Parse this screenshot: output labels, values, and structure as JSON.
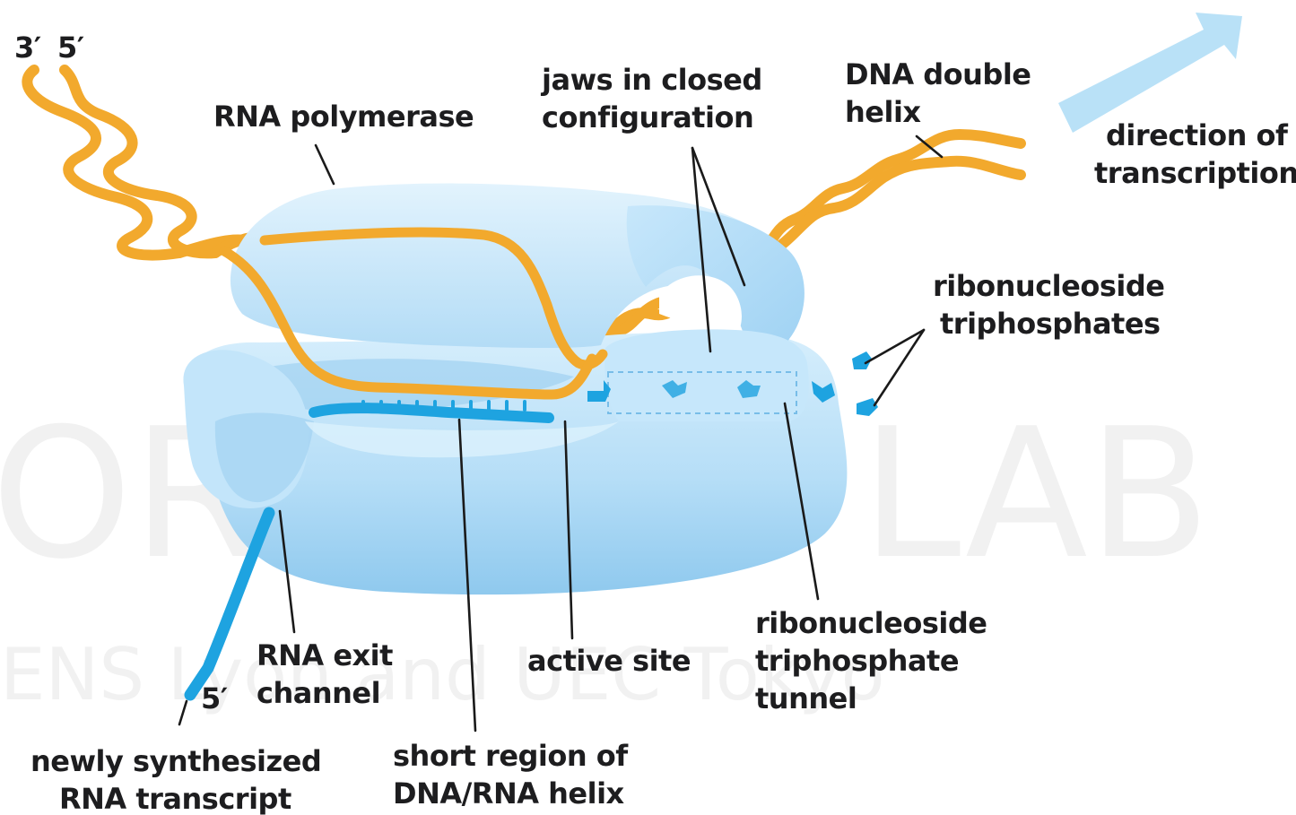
{
  "labels": {
    "strand_3": "3′",
    "strand_5": "5′",
    "rna_polymerase": "RNA polymerase",
    "jaws_line1": "jaws in closed",
    "jaws_line2": "configuration",
    "dna_line1": "DNA double",
    "dna_line2": "helix",
    "direction_line1": "direction of",
    "direction_line2": "transcription",
    "ntp_line1": "ribonucleoside",
    "ntp_line2": "triphosphates",
    "tunnel_line1": "ribonucleoside",
    "tunnel_line2": "triphosphate",
    "tunnel_line3": "tunnel",
    "active_site": "active site",
    "exit_line1": "RNA exit",
    "exit_line2": "channel",
    "rna_5prime": "5′",
    "transcript_line1": "newly synthesized",
    "transcript_line2": "RNA transcript",
    "short_line1": "short region of",
    "short_line2": "DNA/RNA helix"
  },
  "watermark": {
    "left_big": "ORI",
    "right_big": "LAB",
    "bottom": "ENS Lyon and UEC Tokyo"
  },
  "colors": {
    "dna": "#f2a92d",
    "rna": "#1ea3e0",
    "polymerase_light": "#cfeafb",
    "polymerase_mid": "#a9d8f5",
    "polymerase_dark": "#86c3ec",
    "arrow": "#b9e1f7"
  }
}
